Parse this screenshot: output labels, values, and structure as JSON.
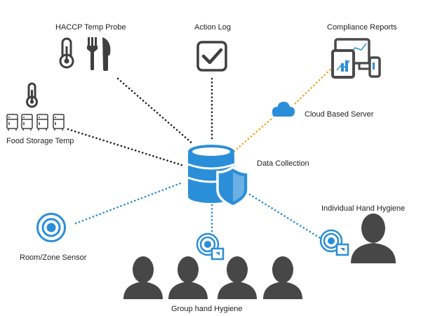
{
  "nodes": {
    "haccp": {
      "label": "HACCP Temp Probe",
      "icons": [
        "thermometer-icon",
        "fork-knife-icon"
      ]
    },
    "action_log": {
      "label": "Action Log",
      "icon": "checkbox-icon"
    },
    "compliance": {
      "label": "Compliance Reports",
      "icon": "devices-charts-icon"
    },
    "cloud": {
      "label": "Cloud Based Server",
      "icon": "cloud-icon"
    },
    "food_storage": {
      "label": "Food Storage Temp",
      "icons": [
        "thermometer-icon",
        "fridge-icon"
      ]
    },
    "hub": {
      "label": "Data Collection",
      "icons": [
        "database-icon",
        "shield-icon"
      ]
    },
    "room_sensor": {
      "label": "Room/Zone Sensor",
      "icon": "wireless-sensor-icon"
    },
    "individual": {
      "label": "Individual Hand Hygiene",
      "icons": [
        "person-icon",
        "tag-sensor-icon"
      ]
    },
    "group": {
      "label": "Group hand Hygiene",
      "icons": [
        "person-icon",
        "tag-sensor-icon"
      ]
    }
  },
  "colors": {
    "blue": "#2b8ed8",
    "dark": "#3f3f3f",
    "black_link": "#222222",
    "orange_link": "#f0a81c"
  }
}
